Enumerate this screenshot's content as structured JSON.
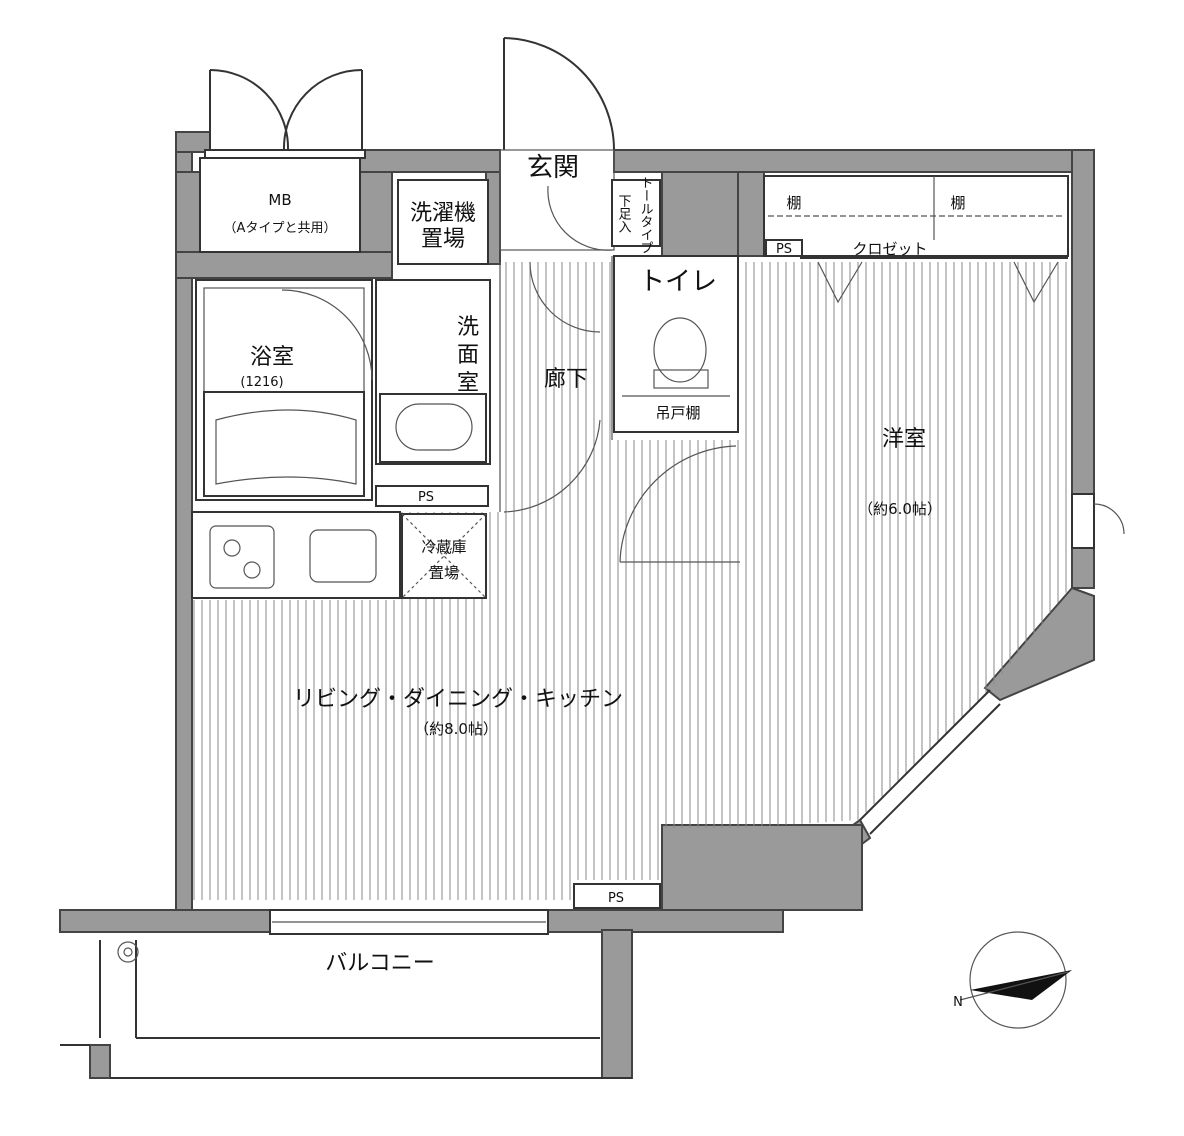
{
  "rooms": {
    "mb": "MB",
    "mb_note": "（Aタイプと共用）",
    "washer_line1": "洗濯機",
    "washer_line2": "置場",
    "entrance": "玄関",
    "shoe_line1": "下足入",
    "shoe_line2": "トールタイプ",
    "shelf_1": "棚",
    "shelf_2": "棚",
    "closet": "クロゼット",
    "ps_closet": "PS",
    "toilet": "トイレ",
    "hanging_shelf": "吊戸棚",
    "bath": "浴室",
    "bath_size": "(1216)",
    "washroom_chars": [
      "洗",
      "面",
      "室"
    ],
    "corridor": "廊下",
    "ps_wash": "PS",
    "western_room": "洋室",
    "western_size": "（約6.0帖）",
    "fridge_line1": "冷蔵庫",
    "fridge_line2": "置場",
    "ldk": "リビング・ダイニング・キッチン",
    "ldk_size": "（約8.0帖）",
    "ps_bottom": "PS",
    "balcony": "バルコニー",
    "compass_north": "N"
  },
  "colors": {
    "wall": "#9a9a9a",
    "floor_hatch": "#8a8a8a",
    "line": "#333333"
  }
}
